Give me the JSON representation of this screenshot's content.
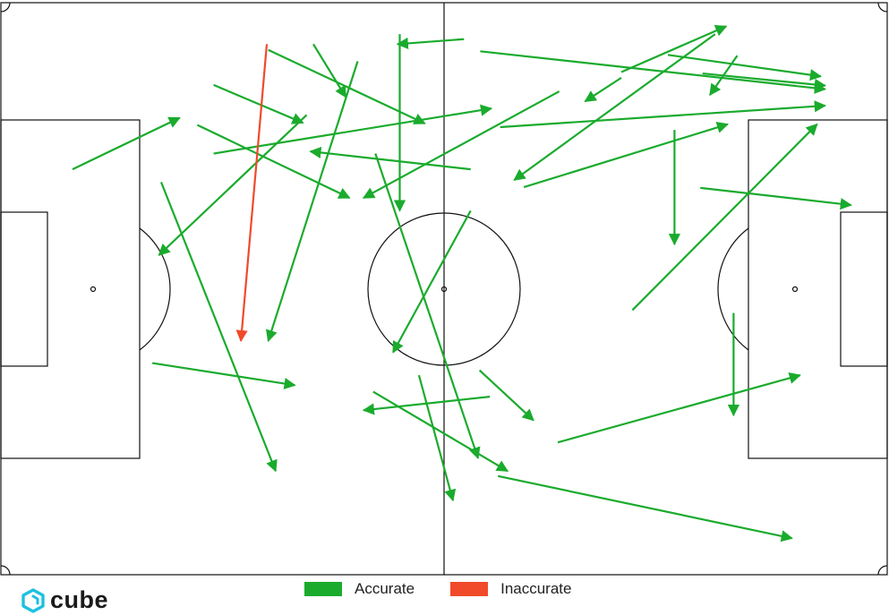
{
  "chart_data": {
    "type": "pass-map",
    "pitch": {
      "length": 120,
      "width": 80
    },
    "colors": {
      "accurate": "#1aab2d",
      "inaccurate": "#f04a2a"
    },
    "legend": [
      {
        "label": "Accurate",
        "color": "#1aab2d"
      },
      {
        "label": "Inaccurate",
        "color": "#f04a2a"
      }
    ],
    "passes": [
      {
        "x1": 9.7,
        "y1": 23.3,
        "x2": 24.2,
        "y2": 16.1,
        "outcome": "Accurate"
      },
      {
        "x1": 28.8,
        "y1": 11.5,
        "x2": 40.9,
        "y2": 16.8,
        "outcome": "Accurate"
      },
      {
        "x1": 26.6,
        "y1": 17.1,
        "x2": 47.2,
        "y2": 27.3,
        "outcome": "Accurate"
      },
      {
        "x1": 42.3,
        "y1": 5.8,
        "x2": 46.7,
        "y2": 13.2,
        "outcome": "Accurate"
      },
      {
        "x1": 36.2,
        "y1": 6.6,
        "x2": 57.4,
        "y2": 16.9,
        "outcome": "Accurate"
      },
      {
        "x1": 48.3,
        "y1": 8.2,
        "x2": 36.2,
        "y2": 47.3,
        "outcome": "Accurate"
      },
      {
        "x1": 41.4,
        "y1": 15.7,
        "x2": 21.4,
        "y2": 35.3,
        "outcome": "Accurate"
      },
      {
        "x1": 28.8,
        "y1": 21.1,
        "x2": 66.4,
        "y2": 14.8,
        "outcome": "Accurate"
      },
      {
        "x1": 63.6,
        "y1": 23.3,
        "x2": 41.9,
        "y2": 20.8,
        "outcome": "Accurate"
      },
      {
        "x1": 62.7,
        "y1": 5.1,
        "x2": 53.7,
        "y2": 5.8,
        "outcome": "Accurate"
      },
      {
        "x1": 54.0,
        "y1": 4.4,
        "x2": 54.0,
        "y2": 29.1,
        "outcome": "Accurate"
      },
      {
        "x1": 50.7,
        "y1": 21.1,
        "x2": 64.6,
        "y2": 63.7,
        "outcome": "Accurate"
      },
      {
        "x1": 75.6,
        "y1": 12.4,
        "x2": 49.1,
        "y2": 27.3,
        "outcome": "Accurate"
      },
      {
        "x1": 64.9,
        "y1": 6.8,
        "x2": 111.6,
        "y2": 12.1,
        "outcome": "Accurate"
      },
      {
        "x1": 84.0,
        "y1": 10.5,
        "x2": 79.1,
        "y2": 13.8,
        "outcome": "Accurate"
      },
      {
        "x1": 96.7,
        "y1": 4.4,
        "x2": 69.5,
        "y2": 24.8,
        "outcome": "Accurate"
      },
      {
        "x1": 84.0,
        "y1": 9.7,
        "x2": 98.2,
        "y2": 3.3,
        "outcome": "Accurate"
      },
      {
        "x1": 90.3,
        "y1": 7.3,
        "x2": 111.0,
        "y2": 10.3,
        "outcome": "Accurate"
      },
      {
        "x1": 99.7,
        "y1": 7.4,
        "x2": 96.0,
        "y2": 12.9,
        "outcome": "Accurate"
      },
      {
        "x1": 95.0,
        "y1": 9.9,
        "x2": 111.6,
        "y2": 11.6,
        "outcome": "Accurate"
      },
      {
        "x1": 67.6,
        "y1": 17.4,
        "x2": 111.6,
        "y2": 14.4,
        "outcome": "Accurate"
      },
      {
        "x1": 70.8,
        "y1": 25.8,
        "x2": 98.4,
        "y2": 17.0,
        "outcome": "Accurate"
      },
      {
        "x1": 91.2,
        "y1": 17.8,
        "x2": 91.2,
        "y2": 33.8,
        "outcome": "Accurate"
      },
      {
        "x1": 85.5,
        "y1": 43.0,
        "x2": 110.5,
        "y2": 17.0,
        "outcome": "Accurate"
      },
      {
        "x1": 94.7,
        "y1": 25.9,
        "x2": 115.1,
        "y2": 28.3,
        "outcome": "Accurate"
      },
      {
        "x1": 99.2,
        "y1": 43.4,
        "x2": 99.2,
        "y2": 57.7,
        "outcome": "Accurate"
      },
      {
        "x1": 75.4,
        "y1": 61.5,
        "x2": 108.2,
        "y2": 52.1,
        "outcome": "Accurate"
      },
      {
        "x1": 67.3,
        "y1": 66.2,
        "x2": 107.1,
        "y2": 74.9,
        "outcome": "Accurate"
      },
      {
        "x1": 63.6,
        "y1": 29.1,
        "x2": 53.1,
        "y2": 48.9,
        "outcome": "Accurate"
      },
      {
        "x1": 64.8,
        "y1": 51.4,
        "x2": 72.1,
        "y2": 58.4,
        "outcome": "Accurate"
      },
      {
        "x1": 66.2,
        "y1": 55.1,
        "x2": 49.1,
        "y2": 57.0,
        "outcome": "Accurate"
      },
      {
        "x1": 50.4,
        "y1": 54.4,
        "x2": 68.6,
        "y2": 65.5,
        "outcome": "Accurate"
      },
      {
        "x1": 56.6,
        "y1": 52.1,
        "x2": 61.2,
        "y2": 69.6,
        "outcome": "Accurate"
      },
      {
        "x1": 20.5,
        "y1": 50.4,
        "x2": 39.8,
        "y2": 53.5,
        "outcome": "Accurate"
      },
      {
        "x1": 21.7,
        "y1": 25.1,
        "x2": 37.2,
        "y2": 65.5,
        "outcome": "Accurate"
      },
      {
        "x1": 36.0,
        "y1": 5.8,
        "x2": 32.5,
        "y2": 47.3,
        "outcome": "Inaccurate"
      },
      {
        "x1": 36.0,
        "y1": 5.8,
        "x2": 36.0,
        "y2": 5.8,
        "outcome": "Inaccurate",
        "hidden": true
      }
    ]
  }
}
